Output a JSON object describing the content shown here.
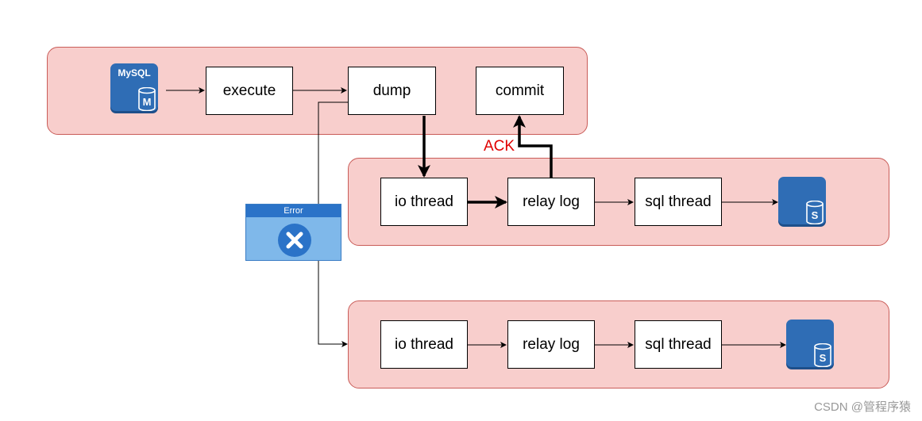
{
  "master": {
    "db_label": "MySQL",
    "db_badge": "M",
    "execute_label": "execute",
    "dump_label": "dump",
    "commit_label": "commit"
  },
  "ack_label": "ACK",
  "slave1": {
    "io_label": "io thread",
    "relay_label": "relay log",
    "sql_label": "sql thread",
    "db_badge": "S"
  },
  "slave2": {
    "io_label": "io thread",
    "relay_label": "relay log",
    "sql_label": "sql thread",
    "db_badge": "S"
  },
  "error_box": {
    "title": "Error"
  },
  "watermark": "CSDN @管程序猿",
  "colors": {
    "group_fill": "#f8cecc",
    "group_stroke": "#c95c58",
    "db_blue": "#2f6db5",
    "ack_red": "#e00000",
    "error_fill": "#7fb8ea",
    "error_title": "#2b73c8"
  }
}
